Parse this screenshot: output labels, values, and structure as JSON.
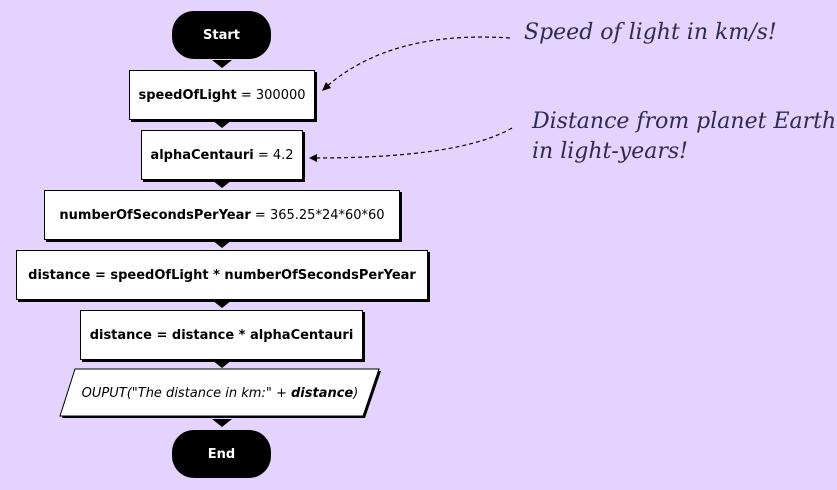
{
  "colors": {
    "background": "#e3d3fd",
    "node_fill": "#ffffff",
    "terminal_fill": "#000000",
    "annotation": "#2e2a55"
  },
  "flowchart": {
    "start": "Start",
    "end": "End",
    "steps": [
      {
        "var": "speedOfLight",
        "op": " = ",
        "expr": "300000"
      },
      {
        "var": "alphaCentauri",
        "op": " = ",
        "expr": "4.2"
      },
      {
        "var": "numberOfSecondsPerYear",
        "op": " = ",
        "expr": "365.25*24*60*60"
      },
      {
        "text": "distance = speedOfLight * numberOfSecondsPerYear"
      },
      {
        "text": "distance = distance * alphaCentauri"
      }
    ],
    "output": {
      "prefix": "OUPUT(\"The distance in km:\" + ",
      "var": "distance",
      "suffix": ")"
    }
  },
  "annotations": {
    "speed_note": "Speed of light in km/s!",
    "distance_note_line1": "Distance from planet Earth",
    "distance_note_line2": "in light-years!"
  }
}
